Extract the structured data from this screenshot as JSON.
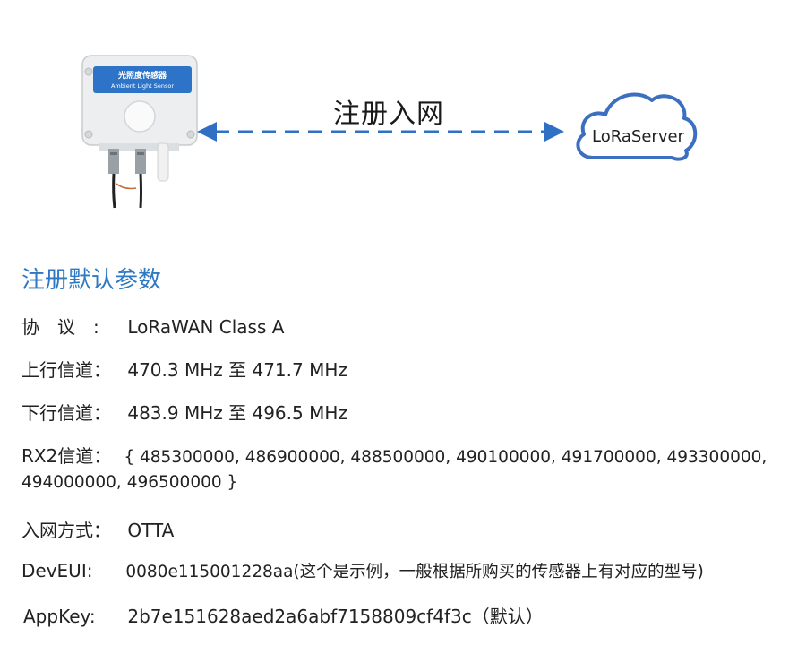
{
  "diagram": {
    "device_title": "光照度传感器",
    "device_subtitle": "Ambient Light Sensor",
    "arrow_label": "注册入网",
    "cloud_label": "LoRaServer",
    "colors": {
      "arrow": "#2f6fc4",
      "cloud_stroke": "#3c6fc0",
      "device_band": "#2d74c9"
    }
  },
  "section": {
    "title": "注册默认参数"
  },
  "params": {
    "protocol": {
      "label": "协　议　:",
      "value": "LoRaWAN Class A"
    },
    "uplink": {
      "label": "上行信道：",
      "value": "470.3 MHz 至 471.7 MHz"
    },
    "downlink": {
      "label": "下行信道：",
      "value": "483.9 MHz 至  496.5 MHz"
    },
    "rx2": {
      "label": "RX2信道：",
      "value_line1": "{ 485300000, 486900000, 488500000, 490100000, 491700000, 493300000,",
      "value_line2": "494000000, 496500000 }"
    },
    "join": {
      "label": "入网方式：",
      "value": "OTTA"
    },
    "deveui": {
      "label": "DevEUI:",
      "value": "0080e115001228aa(这个是示例，一般根据所购买的传感器上有对应的型号)"
    },
    "appkey": {
      "label": "AppKey:",
      "value": "2b7e151628aed2a6abf7158809cf4f3c（默认）"
    }
  }
}
